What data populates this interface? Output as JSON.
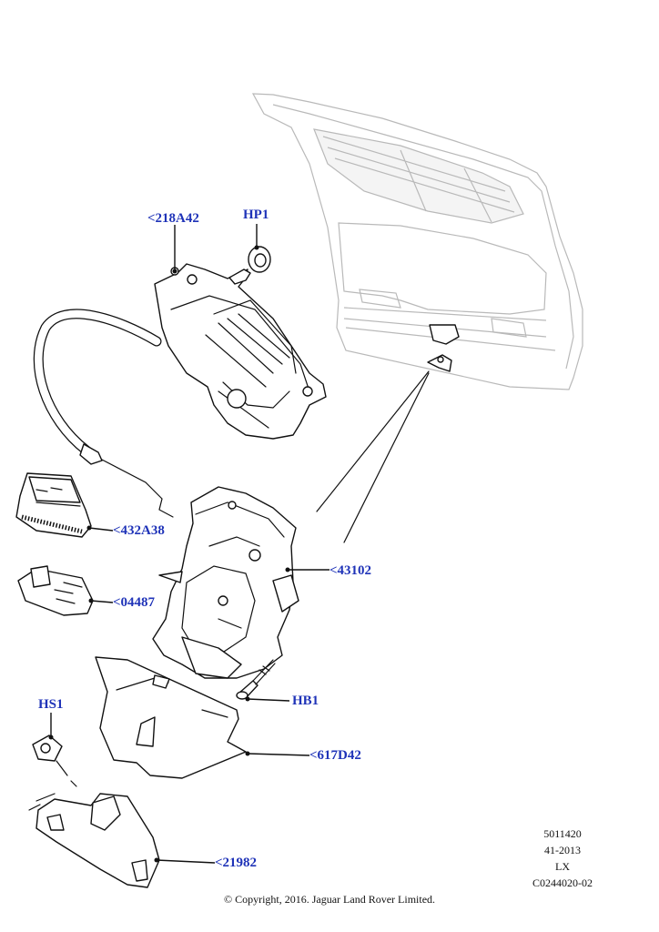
{
  "callouts": {
    "c218a42": "<218A42",
    "hp1": "HP1",
    "c432a38": "<432A38",
    "c43102": "<43102",
    "c04487": "<04487",
    "hb1": "HB1",
    "hs1": "HS1",
    "c617d42": "<617D42",
    "c21982": "<21982"
  },
  "reference": {
    "line1": "5011420",
    "line2": "41-2013",
    "line3": "LX",
    "line4": "C0244020-02"
  },
  "copyright": "© Copyright, 2016. Jaguar Land Rover Limited.",
  "colors": {
    "callout_text": "#1f33b8",
    "line_art": "#111111",
    "ghost_art": "#b9b9b9"
  }
}
